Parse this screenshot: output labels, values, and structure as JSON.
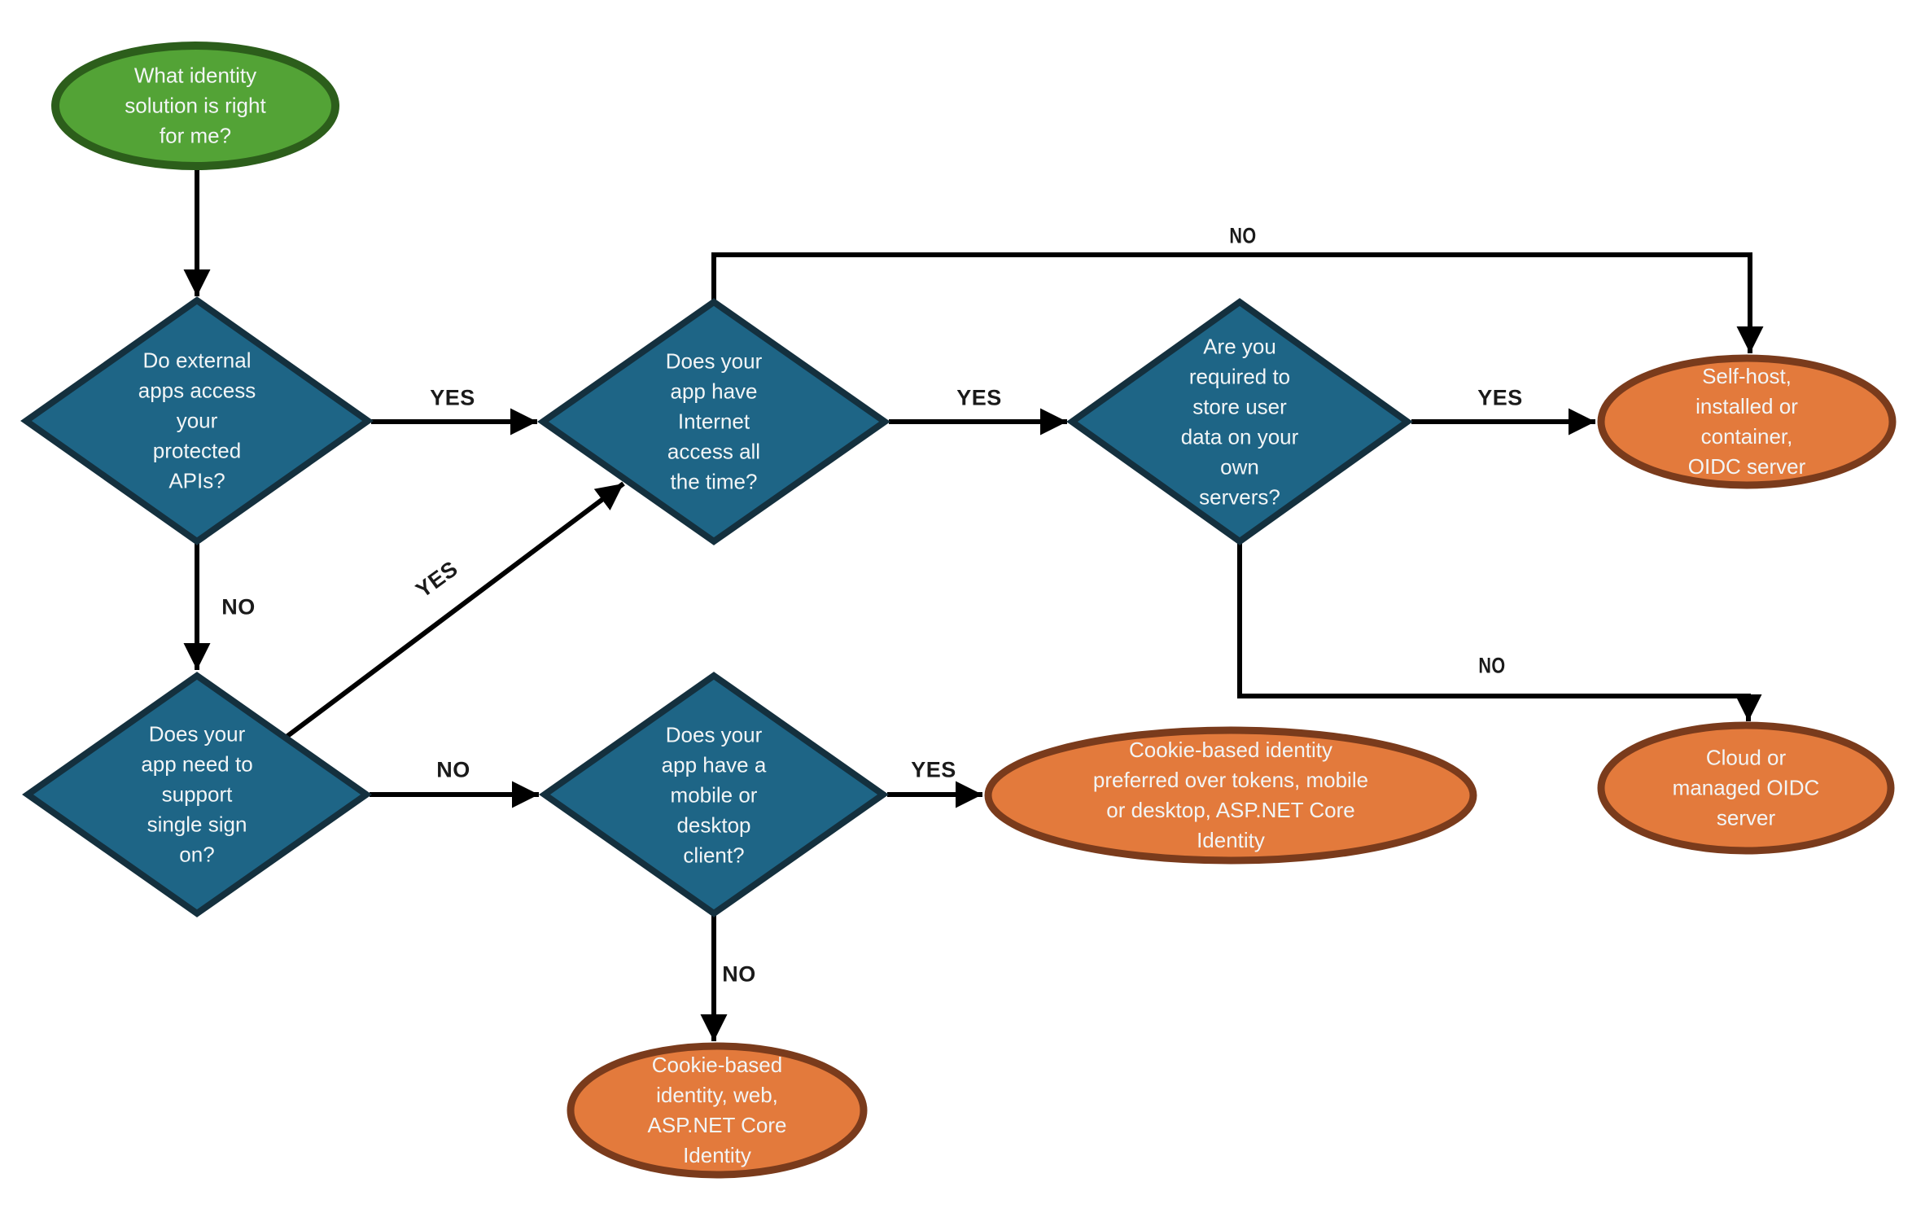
{
  "colors": {
    "decision_fill": "#1E6586",
    "decision_border": "#14303E",
    "start_fill": "#53A336",
    "start_border": "#2C5E1B",
    "result_fill": "#E37A3C",
    "result_border": "#7A3B1C",
    "arrow": "#000000",
    "label_text": "#1A1A1A",
    "node_text": "#F2F5F6"
  },
  "nodes": {
    "start": {
      "label": "What identity\nsolution is right\nfor me?"
    },
    "external_apis": {
      "label": "Do external\napps access\nyour\nprotected\nAPIs?"
    },
    "internet_access": {
      "label": "Does your\napp have\nInternet\naccess all\nthe time?"
    },
    "store_user_data": {
      "label": "Are you\nrequired to\nstore user\ndata on your\nown\nservers?"
    },
    "single_sign_on": {
      "label": "Does your\napp need to\nsupport\nsingle sign\non?"
    },
    "mobile_desktop": {
      "label": "Does your\napp have a\nmobile or\ndesktop\nclient?"
    },
    "self_host": {
      "label": "Self-host,\ninstalled or\ncontainer,\nOIDC server"
    },
    "cloud_managed": {
      "label": "Cloud or\nmanaged OIDC\nserver"
    },
    "cookie_mobile": {
      "label": "Cookie-based identity\npreferred over tokens, mobile\nor desktop, ASP.NET Core\nIdentity"
    },
    "cookie_web": {
      "label": "Cookie-based\nidentity, web,\nASP.NET Core\nIdentity"
    }
  },
  "edges": {
    "apis_yes": {
      "label": "YES"
    },
    "apis_no": {
      "label": "NO"
    },
    "internet_yes": {
      "label": "YES"
    },
    "internet_no": {
      "label": "NO"
    },
    "store_yes": {
      "label": "YES"
    },
    "store_no": {
      "label": "NO"
    },
    "sso_yes": {
      "label": "YES"
    },
    "sso_no": {
      "label": "NO"
    },
    "client_yes": {
      "label": "YES"
    },
    "client_no": {
      "label": "NO"
    }
  }
}
